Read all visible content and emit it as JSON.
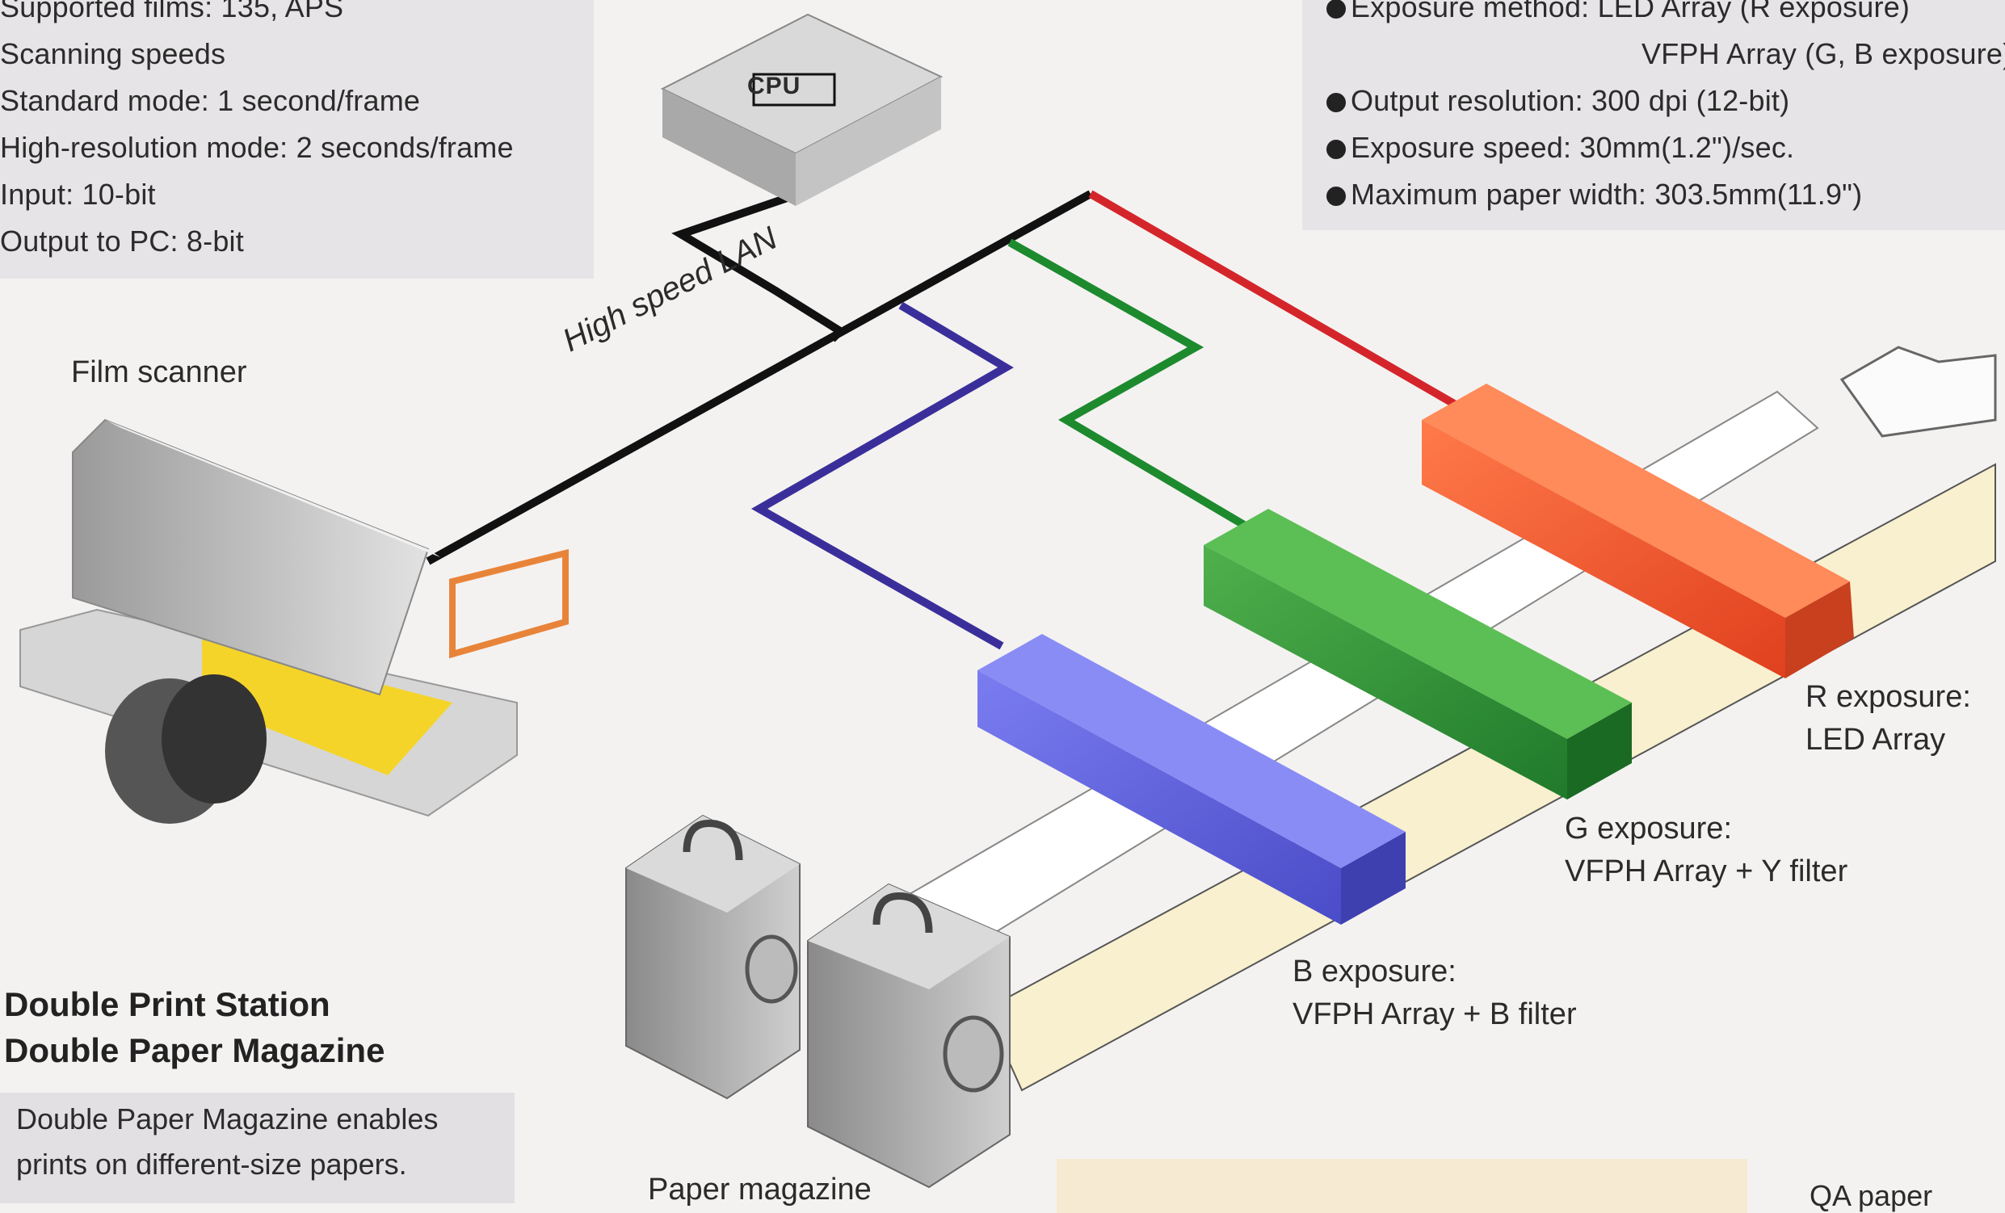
{
  "spec_left": {
    "lines": [
      "Supported films: 135, APS",
      "Scanning speeds",
      "Standard mode: 1 second/frame",
      "High-resolution mode: 2 seconds/frame",
      "Input: 10-bit",
      "Output to PC: 8-bit"
    ]
  },
  "spec_right": {
    "lines": [
      "Exposure method: LED Array (R exposure)",
      "VFPH Array (G, B exposure)",
      "Output resolution: 300 dpi (12-bit)",
      "Exposure speed: 30mm(1.2\")/sec.",
      "Maximum paper width: 303.5mm(11.9\")"
    ]
  },
  "labels": {
    "cpu": "CPU",
    "lan": "High speed LAN",
    "film_scanner": "Film scanner",
    "r_exposure": [
      "R exposure:",
      "LED Array"
    ],
    "g_exposure": [
      "G exposure:",
      "VFPH Array + Y filter"
    ],
    "b_exposure": [
      "B exposure:",
      "VFPH Array + B filter"
    ],
    "paper_magazine": "Paper magazine",
    "qa_paper": "QA paper"
  },
  "headings": {
    "line1": "Double Print Station",
    "line2": "Double Paper Magazine"
  },
  "note": {
    "line1": "Double Paper Magazine enables",
    "line2": "prints on different-size papers."
  },
  "colors": {
    "red_line": "#d4262a",
    "green_line": "#1d8a2e",
    "blue_line": "#3a2f9a",
    "lan_line": "#111111",
    "r_unit": "#f25a34",
    "g_unit": "#3a9a3c",
    "b_unit": "#5a5ed8",
    "paper": "#f8f0cf"
  }
}
